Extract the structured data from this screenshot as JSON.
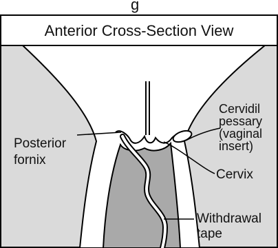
{
  "diagram": {
    "top_fragment": "g",
    "title": "Anterior Cross-Section View",
    "labels": {
      "posterior_fornix": [
        "Posterior",
        "fornix"
      ],
      "cervidil": [
        "Cervidil",
        "pessary",
        "(vaginal",
        "insert)"
      ],
      "cervix": "Cervix",
      "withdrawal_tape": [
        "Withdrawal",
        "tape"
      ]
    },
    "colors": {
      "background_tissue": "#dadada",
      "cavity": "#ffffff",
      "canal_shading": "#a9a9a9",
      "outline": "#000000"
    }
  }
}
